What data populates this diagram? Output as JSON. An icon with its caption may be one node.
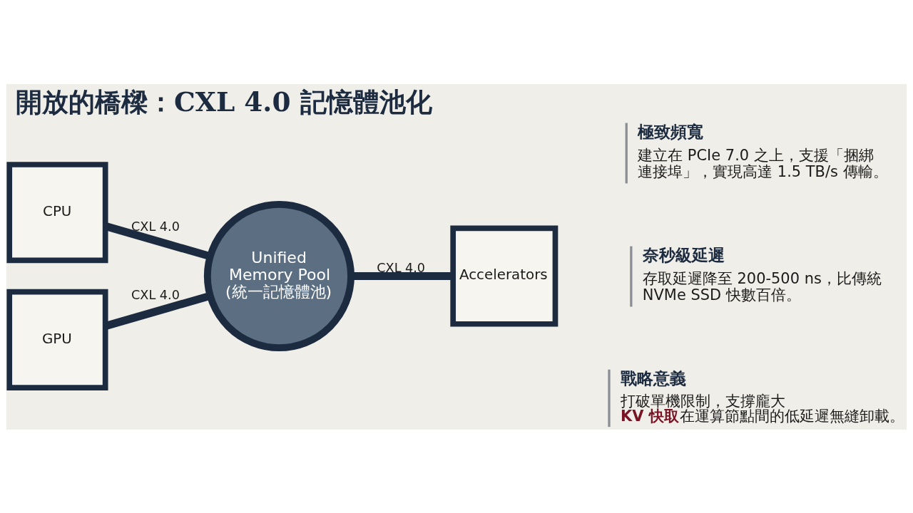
{
  "diagram": {
    "title": "開放的橋樑：CXL 4.0 記憶體池化",
    "nodes": [
      {
        "text": [
          "CPU"
        ]
      },
      {
        "text": [
          "Unified Memory Pool (統一記憶體池)"
        ]
      },
      {
        "text": [
          "GPU"
        ]
      },
      {
        "text": [
          "Accelerators"
        ]
      }
    ],
    "edges": [
      {
        "from": 0,
        "to": 1,
        "arrow": "none",
        "label": "CXL 4.0"
      },
      {
        "from": 2,
        "to": 1,
        "arrow": "none",
        "label": "CXL 4.0"
      },
      {
        "from": 1,
        "to": 3,
        "arrow": "none",
        "label": "CXL 4.0"
      }
    ],
    "labels": [
      "極致頻寬",
      "建立在 PCIe 7.0 之上，支援「捆綁連接埠」，實現高達 1.5 TB/s 傳輸。",
      "奈秒級延遲",
      "存取延遲降至 200-500 ns，比傳統 NVMe SSD 快數百倍。",
      "戰略意義",
      "打破單機限制，支撐龐大 **KV 快取**在運算節點間的低延遲無縫卸載。"
    ]
  }
}
